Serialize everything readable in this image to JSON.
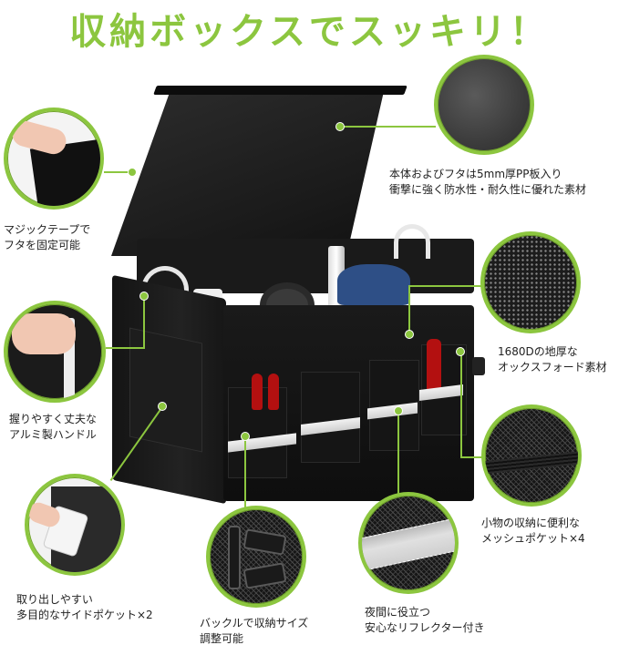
{
  "title": "収納ボックスでスッキリ！",
  "accent_color": "#8cc63f",
  "features": [
    {
      "id": "lid-material",
      "line1": "本体およびフタは5mm厚PP板入り",
      "line2": "衝撃に強く防水性・耐久性に優れた素材",
      "detail_icon": "leather-texture-closeup"
    },
    {
      "id": "velcro",
      "line1": "マジックテープで",
      "line2": "フタを固定可能",
      "detail_icon": "velcro-closeup"
    },
    {
      "id": "handle",
      "line1": "握りやすく丈夫な",
      "line2": "アルミ製ハンドル",
      "detail_icon": "handle-closeup"
    },
    {
      "id": "side-pocket",
      "line1": "取り出しやすい",
      "line2": "多目的なサイドポケット×2",
      "detail_icon": "side-pocket-closeup"
    },
    {
      "id": "buckle",
      "line1": "バックルで収納サイズ",
      "line2": "調整可能",
      "detail_icon": "buckle-closeup"
    },
    {
      "id": "reflector",
      "line1": "夜間に役立つ",
      "line2": "安心なリフレクター付き",
      "detail_icon": "reflector-closeup"
    },
    {
      "id": "mesh-pocket",
      "line1": "小物の収納に便利な",
      "line2": "メッシュポケット×4",
      "detail_icon": "mesh-pocket-closeup"
    },
    {
      "id": "oxford",
      "line1": "1680Dの地厚な",
      "line2": "オックスフォード素材",
      "detail_icon": "oxford-fabric-closeup"
    }
  ]
}
